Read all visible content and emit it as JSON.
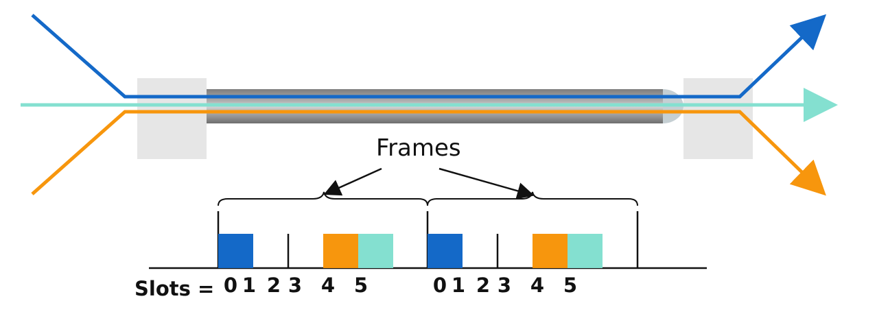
{
  "labels": {
    "frames": "Frames",
    "slots": "Slots ="
  },
  "slot_numbers": [
    "0",
    "1",
    "2",
    "3",
    "4",
    "5",
    "0",
    "1",
    "2",
    "3",
    "4",
    "5"
  ],
  "colors": {
    "blue": "#1469c8",
    "cyan": "#84e0d0",
    "orange": "#f7960d",
    "fiber_dark": "#8a8a8a",
    "fiber_light": "#c8c8c8",
    "mux_box": "#e6e6e6"
  },
  "slot_fill": [
    "blue",
    null,
    null,
    "orange",
    "cyan",
    null,
    "blue",
    null,
    null,
    "orange",
    "cyan",
    null
  ]
}
